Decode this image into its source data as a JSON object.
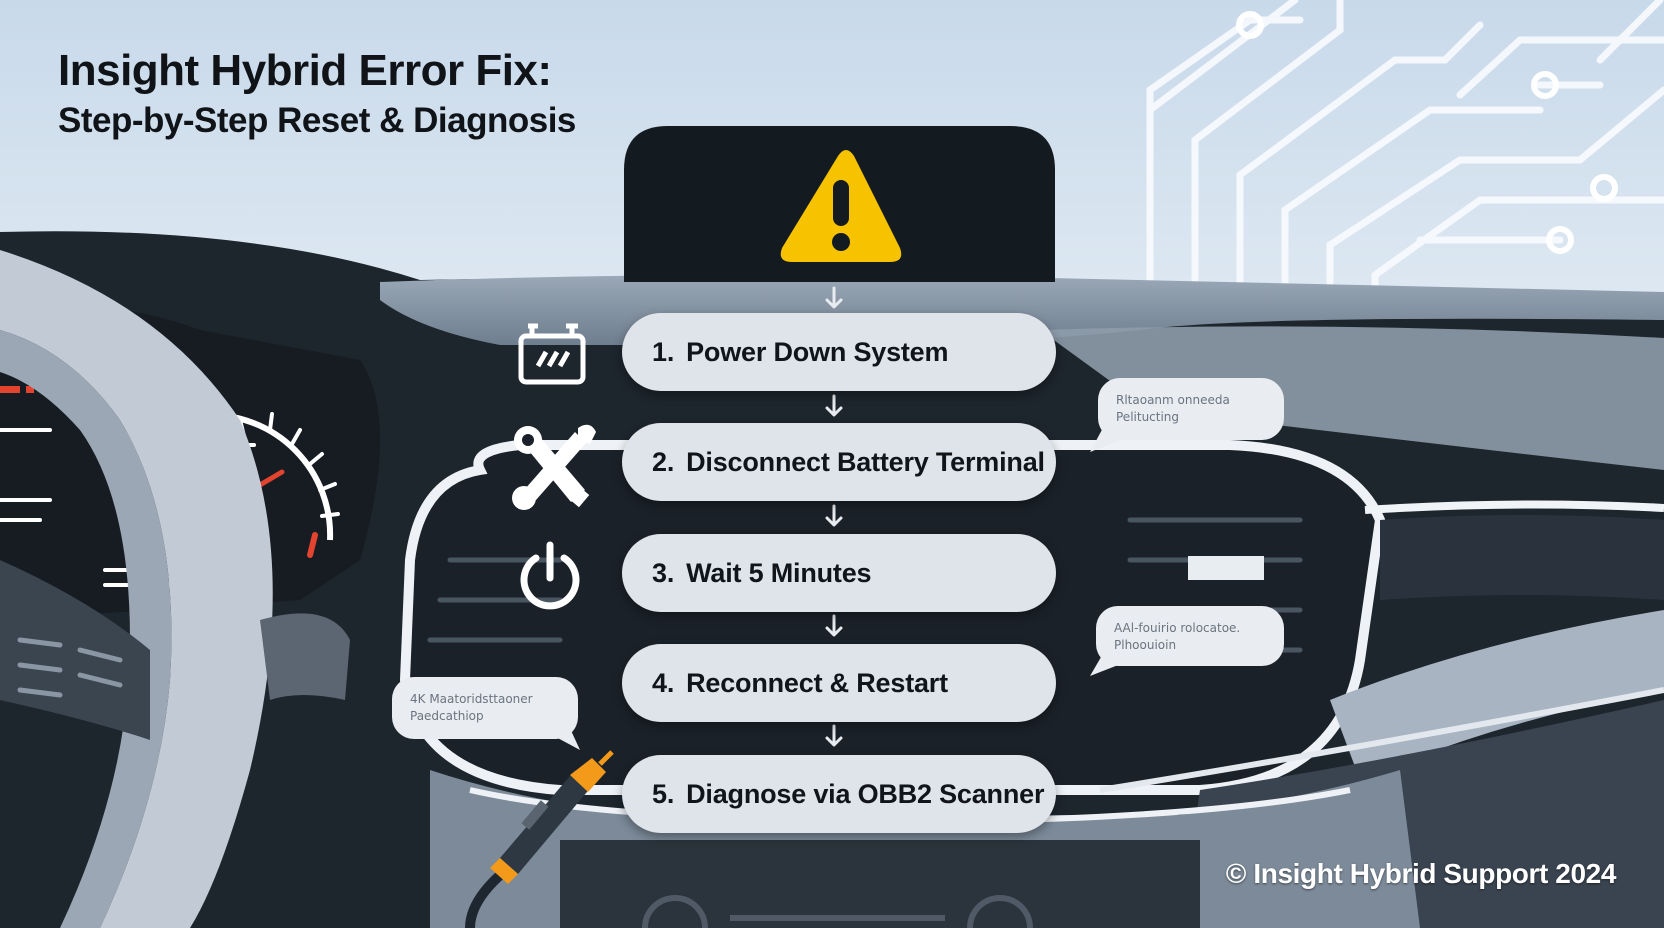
{
  "title": {
    "line1": "Insight Hybrid Error Fix:",
    "line2": "Step-by-Step Reset & Diagnosis"
  },
  "steps": [
    {
      "num": "1.",
      "label": "Power Down System",
      "icon": "battery-icon"
    },
    {
      "num": "2.",
      "label": "Disconnect Battery Terminal",
      "icon": "wrench-screwdriver-icon"
    },
    {
      "num": "3.",
      "label": "Wait 5 Minutes",
      "icon": "power-icon"
    },
    {
      "num": "4.",
      "label": "Reconnect & Restart",
      "icon": "none"
    },
    {
      "num": "5.",
      "label": "Diagnose via OBB2 Scanner",
      "icon": "obd-scanner-icon"
    }
  ],
  "bubbles": [
    {
      "text": "Rltaoanm onneeda Pelitucting"
    },
    {
      "text": "AAl-fouirio rolocatoe. Plhoouioin"
    },
    {
      "text": "4K Maatoridsttaoner Paedcathiop"
    }
  ],
  "warning_icon": "warning-triangle-icon",
  "copyright": "© Insight Hybrid Support 2024",
  "colors": {
    "warning_yellow": "#f7c300",
    "dashboard_dark": "#1b232b",
    "step_pill": "#dfe3ea",
    "accent_orange": "#f39a1a",
    "gauge_red": "#e2442f"
  }
}
